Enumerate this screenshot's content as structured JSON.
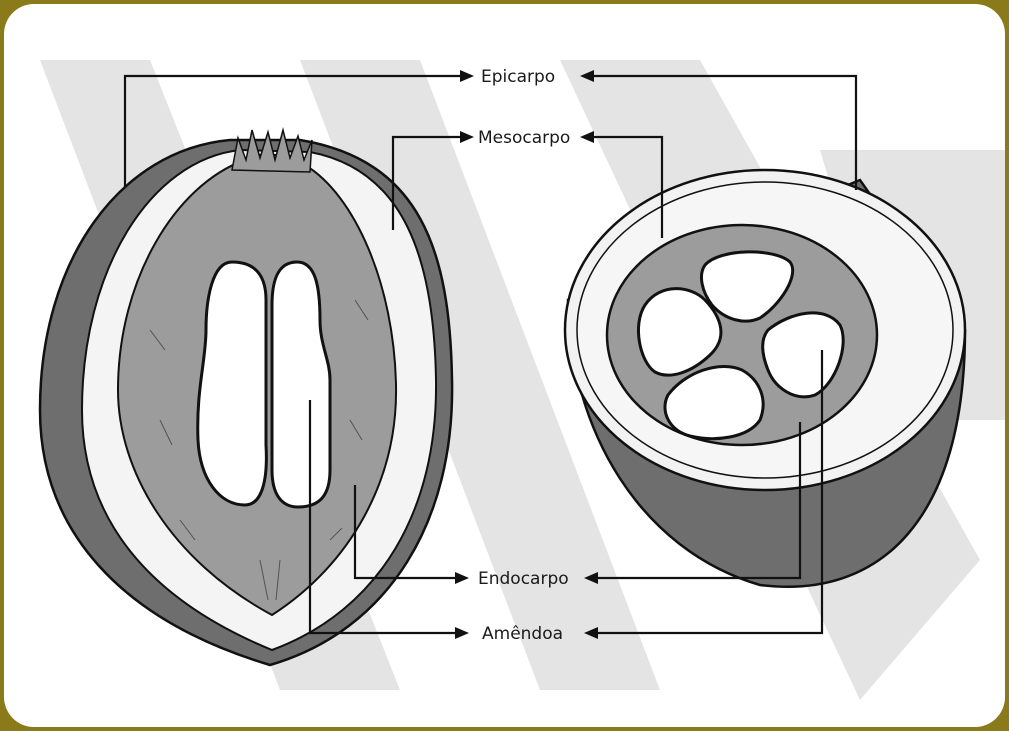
{
  "labels": {
    "epicarpo": "Epicarpo",
    "mesocarpo": "Mesocarpo",
    "endocarpo": "Endocarpo",
    "amendoa": "Amêndoa"
  },
  "colors": {
    "frame": "#8a7a19",
    "panel": "#ffffff",
    "watermark": "#e2e2e2",
    "endocarp_fill": "#9a9a9a",
    "epicarp_fill": "#6e6e6e",
    "line": "#111111"
  }
}
